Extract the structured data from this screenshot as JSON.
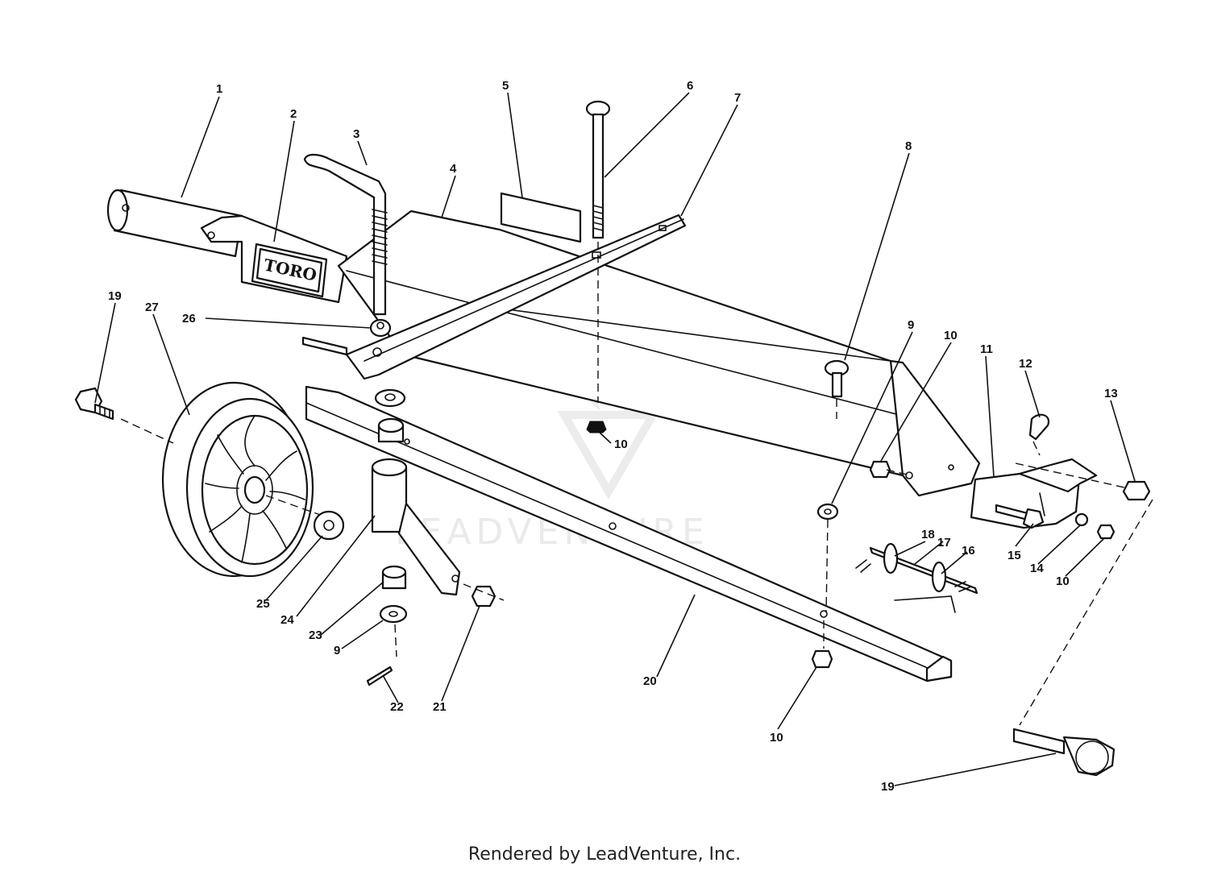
{
  "diagram": {
    "brand_label": "TORO",
    "watermark": "LEADVENTURE",
    "callouts": [
      "1",
      "2",
      "3",
      "4",
      "5",
      "6",
      "7",
      "8",
      "9",
      "10",
      "11",
      "12",
      "13",
      "19",
      "27",
      "26",
      "10",
      "9",
      "10",
      "18",
      "17",
      "16",
      "15",
      "14",
      "10",
      "25",
      "24",
      "23",
      "9",
      "22",
      "21",
      "20",
      "10",
      "19"
    ]
  },
  "footer": {
    "text": "Rendered by LeadVenture, Inc."
  }
}
